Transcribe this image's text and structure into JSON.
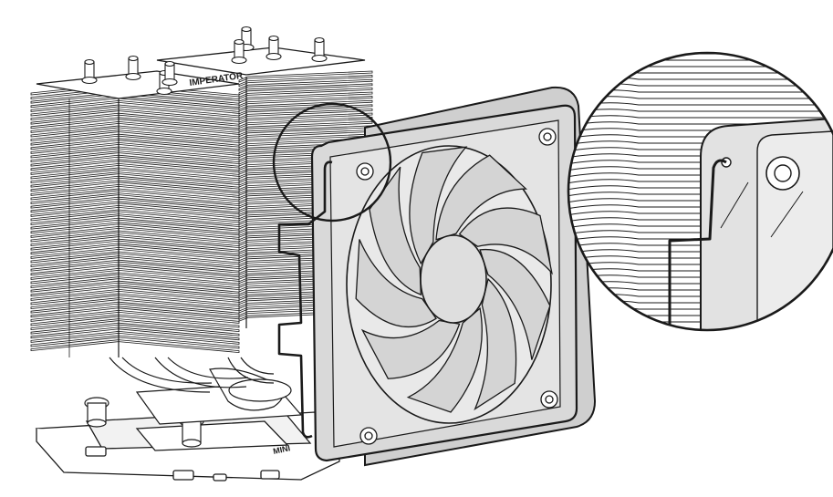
{
  "illustration": {
    "heatsink_logo": "IMPERATOR",
    "backplate_marking": "MINI",
    "zoom_inset": {
      "shows": "fan-clip-hook-detail"
    },
    "palette": {
      "line": "#1a1a1a",
      "fan_fill": "#d8d8d8",
      "heatsink_fill": "#ffffff",
      "background": "#ffffff"
    }
  }
}
